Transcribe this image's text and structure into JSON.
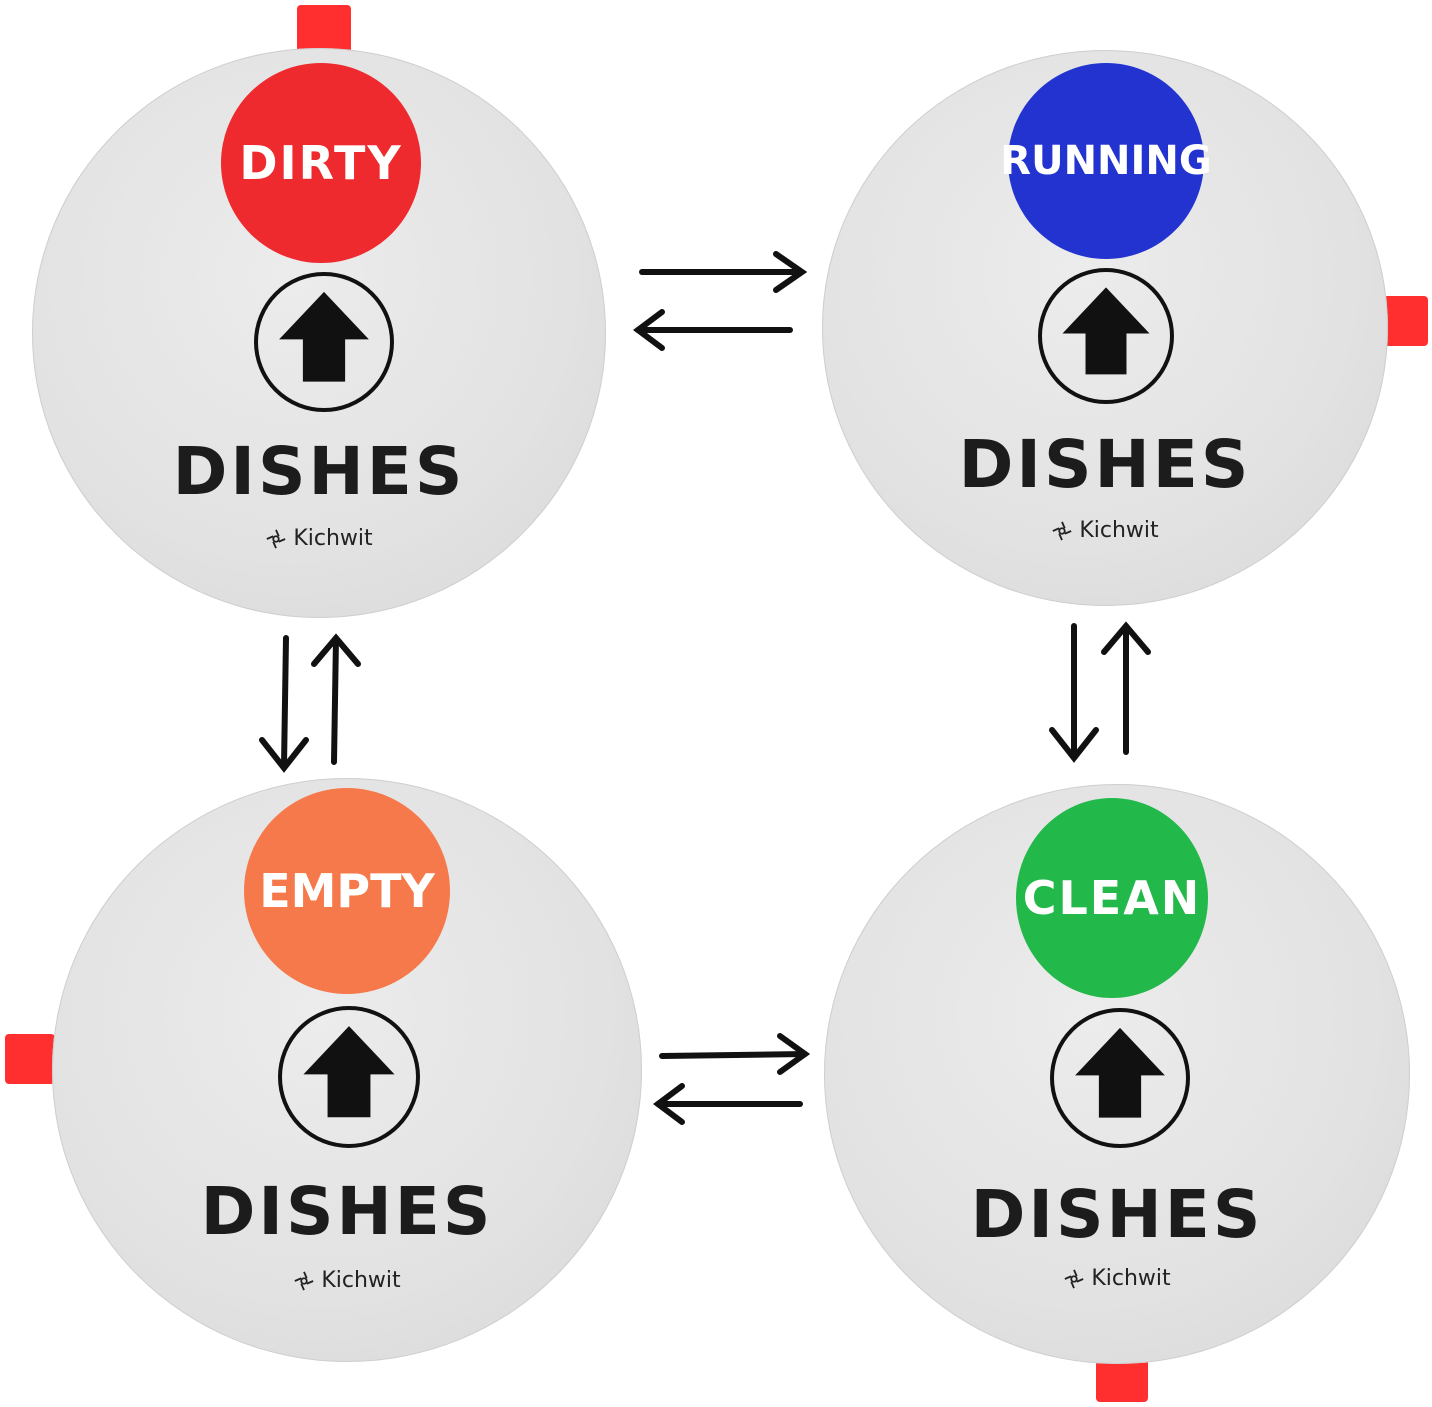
{
  "magnets": {
    "dirty": {
      "status": "DIRTY",
      "color": "#ee2a2f",
      "label": "DISHES",
      "brand": "Kichwit"
    },
    "running": {
      "status": "RUNNING",
      "color": "#2233d0",
      "label": "DISHES",
      "brand": "Kichwit"
    },
    "empty": {
      "status": "EMPTY",
      "color": "#f5794a",
      "label": "DISHES",
      "brand": "Kichwit"
    },
    "clean": {
      "status": "CLEAN",
      "color": "#22b84a",
      "label": "DISHES",
      "brand": "Kichwit"
    }
  },
  "icons": {
    "arrow": "up-arrow-icon",
    "brand_logo": "pinwheel-logo-icon",
    "transition": "double-arrow-icon"
  },
  "colors": {
    "tab": "#ff2f2f",
    "magnet_face": "#e3e3e3",
    "ink": "#111111"
  }
}
